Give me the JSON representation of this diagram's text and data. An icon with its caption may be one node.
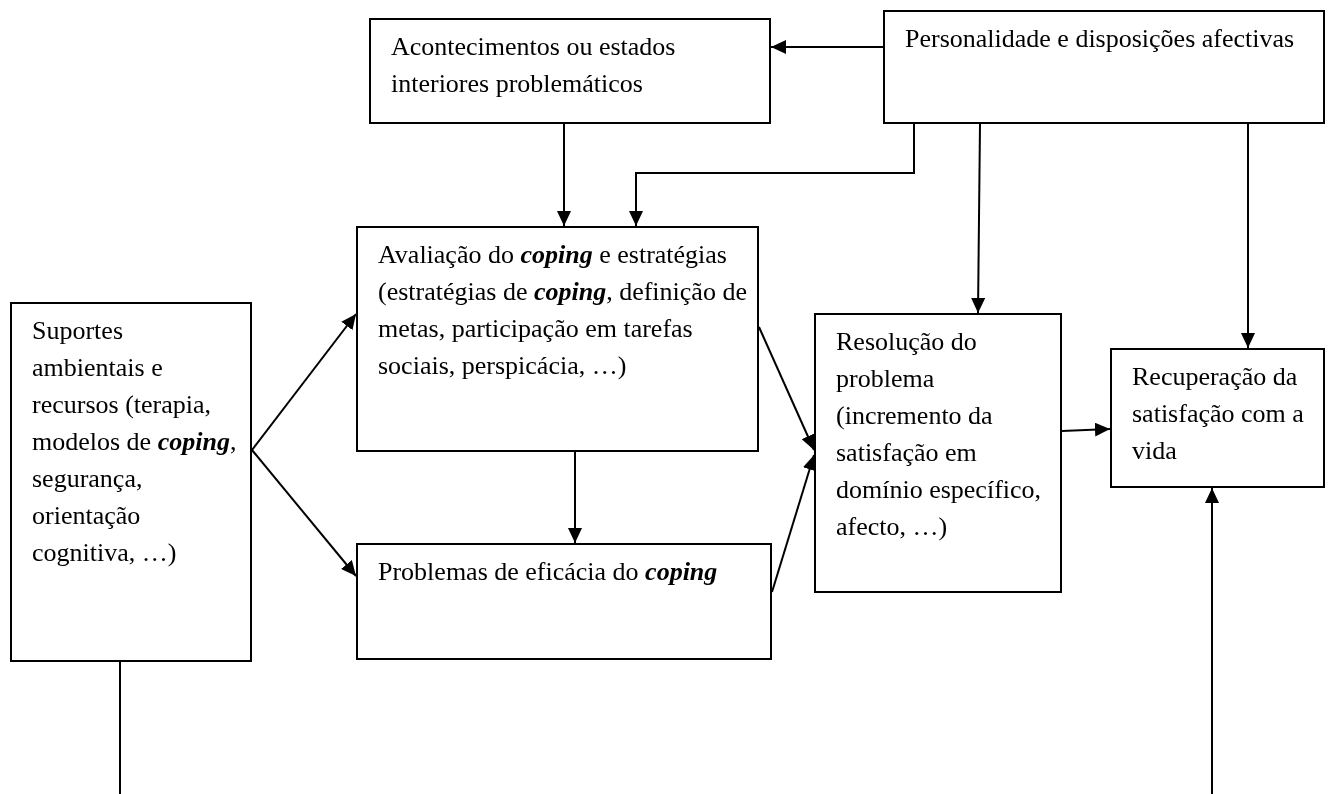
{
  "diagram": {
    "nodes": [
      {
        "text": [
          "Acontecimentos ou estados interiores problemáticos"
        ]
      },
      {
        "text": [
          "Personalidade e disposições afectivas"
        ]
      },
      {
        "text": [
          "Avaliação do **coping** e estratégias (estratégias de **coping**, definição de metas, participação em tarefas sociais, perspicácia, …)"
        ]
      },
      {
        "text": [
          "Suportes ambientais e recursos (terapia, modelos de **coping**, segurança, orientação cognitiva, …)"
        ]
      },
      {
        "text": [
          "Problemas de eficácia do **coping**"
        ]
      },
      {
        "text": [
          "Resolução do problema (incremento da satisfação em domínio específico, afecto, …)"
        ]
      },
      {
        "text": [
          "Recuperação da satisfação com a vida"
        ]
      }
    ],
    "edges": [
      {
        "from": 1,
        "to": 0,
        "arrow": "to"
      },
      {
        "from": 0,
        "to": 2,
        "arrow": "to"
      },
      {
        "from": 1,
        "to": 2,
        "arrow": "to"
      },
      {
        "from": 1,
        "to": 5,
        "arrow": "to"
      },
      {
        "from": 1,
        "to": 6,
        "arrow": "to"
      },
      {
        "from": 3,
        "to": 2,
        "arrow": "to"
      },
      {
        "from": 3,
        "to": 4,
        "arrow": "to"
      },
      {
        "from": 2,
        "to": 4,
        "arrow": "to"
      },
      {
        "from": 2,
        "to": 5,
        "arrow": "to"
      },
      {
        "from": 4,
        "to": 5,
        "arrow": "to"
      },
      {
        "from": 5,
        "to": 6,
        "arrow": "to"
      },
      {
        "from": 3,
        "to": null,
        "arrow": "none"
      },
      {
        "from": null,
        "to": 6,
        "arrow": "to"
      }
    ]
  }
}
